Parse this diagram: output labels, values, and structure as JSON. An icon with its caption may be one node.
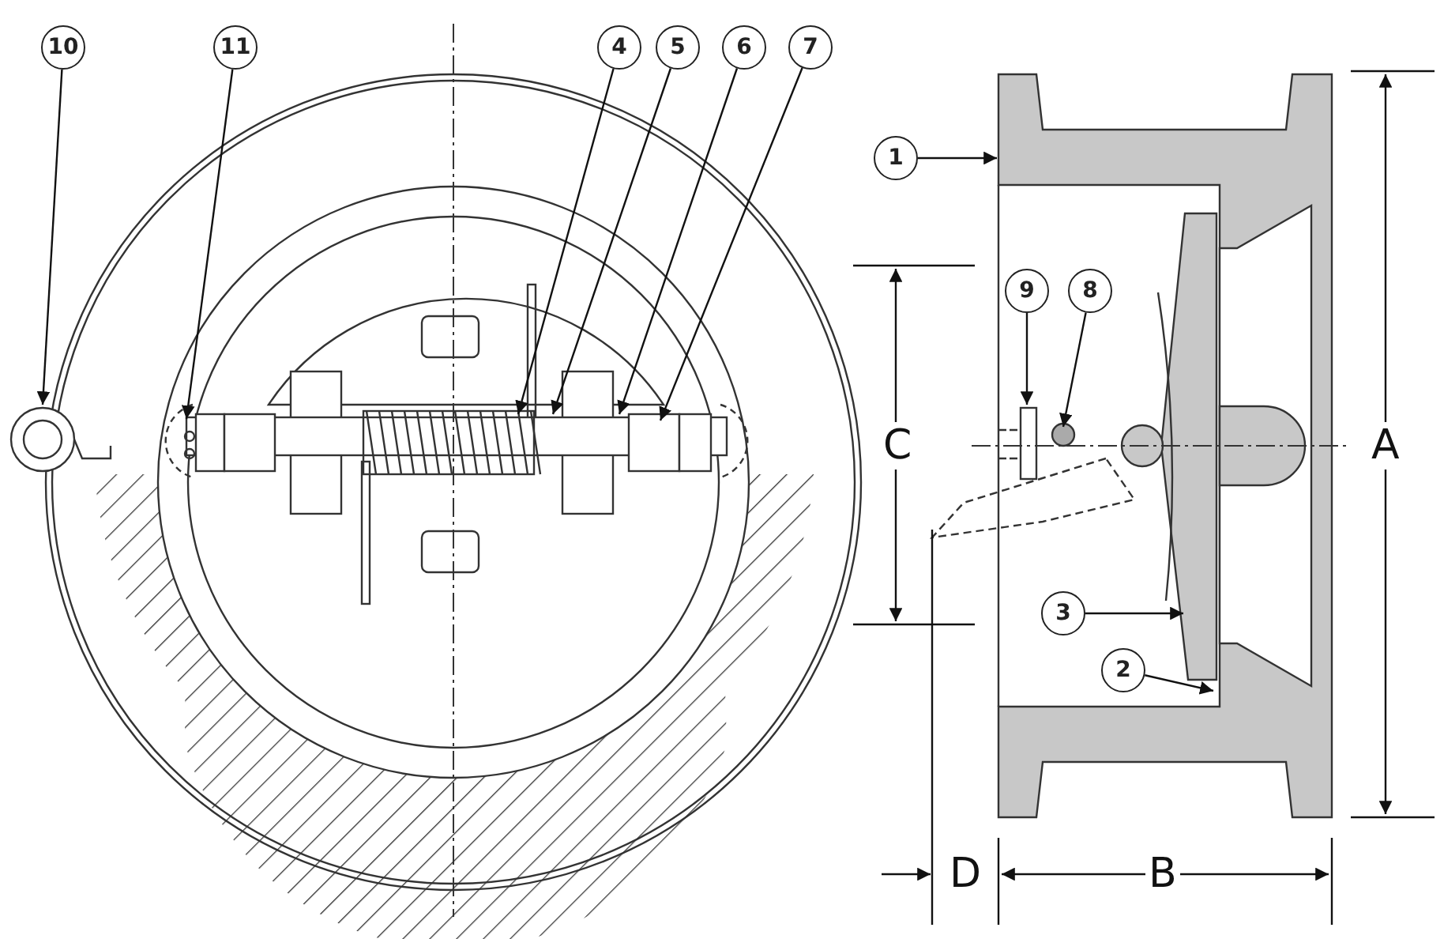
{
  "diagram": {
    "nodes": [
      {
        "text": [
          "10"
        ]
      },
      {
        "text": [
          "11"
        ]
      },
      {
        "text": [
          "4"
        ]
      },
      {
        "text": [
          "5"
        ]
      },
      {
        "text": [
          "6"
        ]
      },
      {
        "text": [
          "7"
        ]
      },
      {
        "text": [
          "1"
        ]
      },
      {
        "text": [
          "9"
        ]
      },
      {
        "text": [
          "8"
        ]
      },
      {
        "text": [
          "3"
        ]
      },
      {
        "text": [
          "2"
        ]
      }
    ],
    "edges": [
      {
        "from": 0,
        "to": null,
        "arrow": "to"
      },
      {
        "from": 1,
        "to": null,
        "arrow": "to"
      },
      {
        "from": 2,
        "to": null,
        "arrow": "to"
      },
      {
        "from": 3,
        "to": null,
        "arrow": "to"
      },
      {
        "from": 4,
        "to": null,
        "arrow": "to"
      },
      {
        "from": 5,
        "to": null,
        "arrow": "to"
      },
      {
        "from": 6,
        "to": null,
        "arrow": "to"
      },
      {
        "from": 7,
        "to": null,
        "arrow": "to"
      },
      {
        "from": 8,
        "to": null,
        "arrow": "to"
      },
      {
        "from": 9,
        "to": null,
        "arrow": "to"
      },
      {
        "from": 10,
        "to": null,
        "arrow": "to"
      }
    ],
    "labels": [
      "C",
      "A",
      "D",
      "B"
    ]
  }
}
